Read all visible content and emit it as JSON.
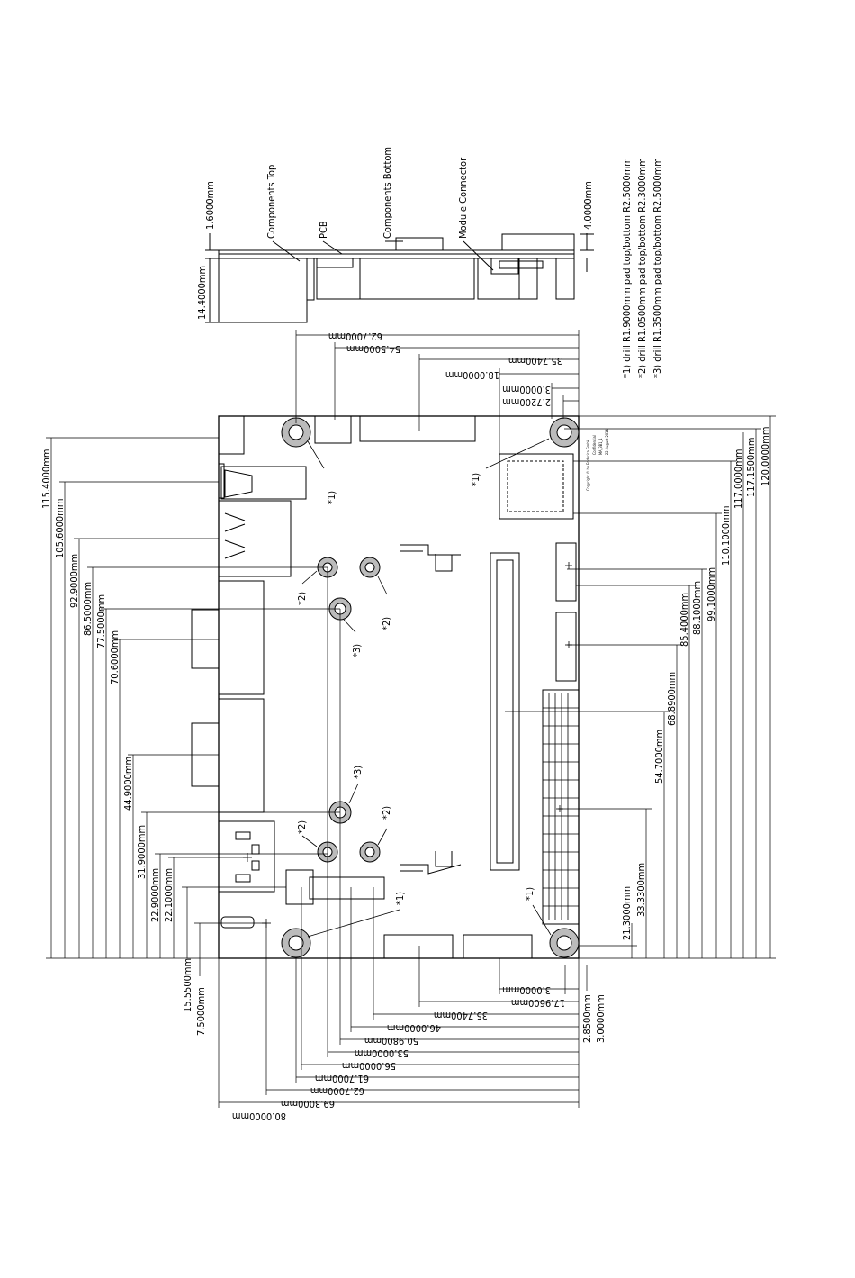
{
  "side_view": {
    "labels": {
      "components_top": "Components Top",
      "pcb": "PCB",
      "components_bottom": "Components Bottom",
      "module_connector": "Module Connector"
    },
    "dims": {
      "pcb_thickness": "1.6000mm",
      "bottom_height": "14.4000mm",
      "top_height": "4.0000mm"
    }
  },
  "notes": [
    "*1) drill R1.9000mm pad top/bottom R2.5000mm",
    "*2) drill R1.0500mm pad top/bottom R2.3000mm",
    "*3) drill R1.3500mm pad top/bottom R2.5000mm"
  ],
  "copyright": [
    "Copyright © by Endurica GmbH",
    "Confidential",
    "MA_3B1_1",
    "22 August 2014"
  ],
  "hole_markers": {
    "m1a": "*1)",
    "m1b": "*1)",
    "m1c": "*1)",
    "m1d": "*1)",
    "m2a": "*2)",
    "m2b": "*2)",
    "m2c": "*2)",
    "m2d": "*2)",
    "m3a": "*3)",
    "m3b": "*3)"
  },
  "dims_top": [
    "62.7000mm",
    "54.5000mm",
    "35.7400mm",
    "18.0000mm",
    "3.0000mm",
    "2.7200mm"
  ],
  "dims_bottom": [
    "3.0000mm",
    "17.9600mm",
    "35.7400mm",
    "46.0000mm",
    "50.9800mm",
    "53.0000mm",
    "56.0000mm",
    "61.7000mm",
    "62.7000mm",
    "69.3000mm",
    "80.0000mm"
  ],
  "dims_bottom_right": [
    "2.8500mm",
    "3.0000mm"
  ],
  "dims_left": [
    "115.4000mm",
    "105.6000mm",
    "92.9000mm",
    "86.5000mm",
    "77.5000mm",
    "70.6000mm",
    "44.9000mm",
    "31.9000mm",
    "22.9000mm",
    "22.1000mm",
    "15.5500mm",
    "7.5000mm"
  ],
  "dims_right": [
    "120.0000mm",
    "117.1500mm",
    "117.0000mm",
    "110.1000mm",
    "99.1000mm",
    "88.1000mm",
    "85.4000mm",
    "68.8900mm",
    "54.7000mm",
    "33.3300mm",
    "21.3000mm"
  ]
}
